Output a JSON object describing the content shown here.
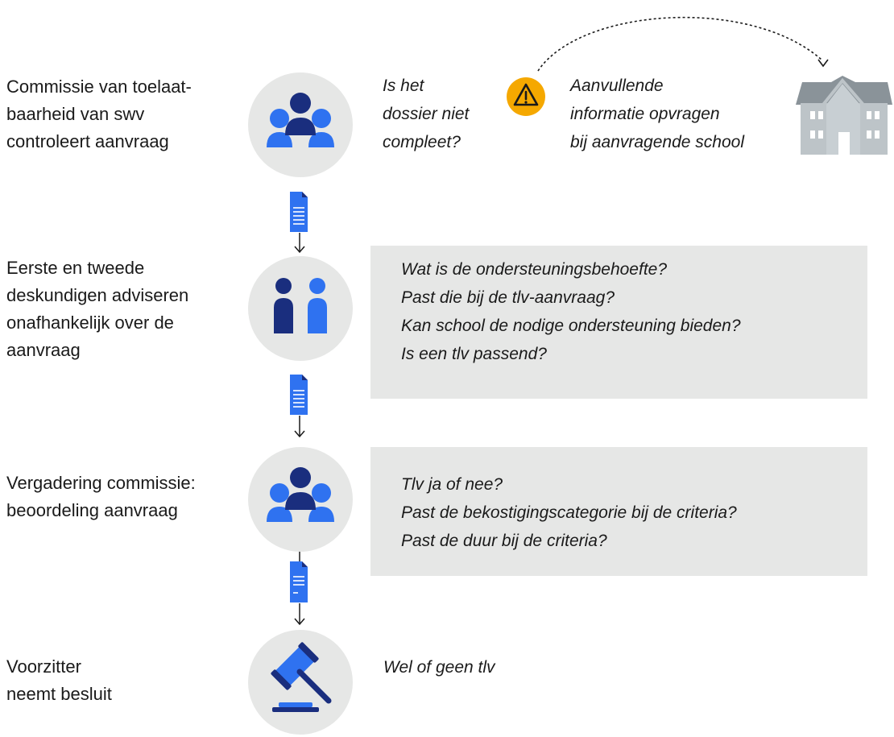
{
  "steps": [
    {
      "label_lines": [
        "Commissie van toelaat-",
        "baarheid van swv",
        "controleert aanvraag"
      ],
      "question_lines": [
        "Is het",
        "dossier niet",
        "compleet?"
      ]
    },
    {
      "label_lines": [
        "Eerste en tweede",
        "deskundigen adviseren",
        "onafhankelijk over de",
        "aanvraag"
      ],
      "question_lines": [
        "Wat is de ondersteuningsbehoefte?",
        "Past die bij de tlv-aanvraag?",
        "Kan school de nodige ondersteuning bieden?",
        "Is een tlv passend?"
      ]
    },
    {
      "label_lines": [
        "Vergadering commissie:",
        "beoordeling aanvraag"
      ],
      "question_lines": [
        "Tlv ja of nee?",
        "Past de bekostigingscategorie bij de criteria?",
        "Past de duur bij de criteria?"
      ]
    },
    {
      "label_lines": [
        "Voorzitter",
        "neemt besluit"
      ],
      "question_lines": [
        "Wel of geen tlv"
      ]
    }
  ],
  "side_action": {
    "lines": [
      "Aanvullende",
      "informatie opvragen",
      "bij aanvragende school"
    ]
  },
  "icons": {
    "step1": "people-group-icon",
    "step2": "two-persons-icon",
    "step3": "people-group-icon",
    "step4": "gavel-icon",
    "warning": "warning-icon",
    "school": "school-building-icon",
    "document": "document-icon"
  },
  "colors": {
    "dark_blue": "#1a2e7e",
    "blue": "#2f72f0",
    "circle_bg": "#e6e7e6",
    "box_bg": "#e6e7e6",
    "warning": "#f5a800",
    "school": "#bdc4c8",
    "roof": "#8a9399"
  }
}
